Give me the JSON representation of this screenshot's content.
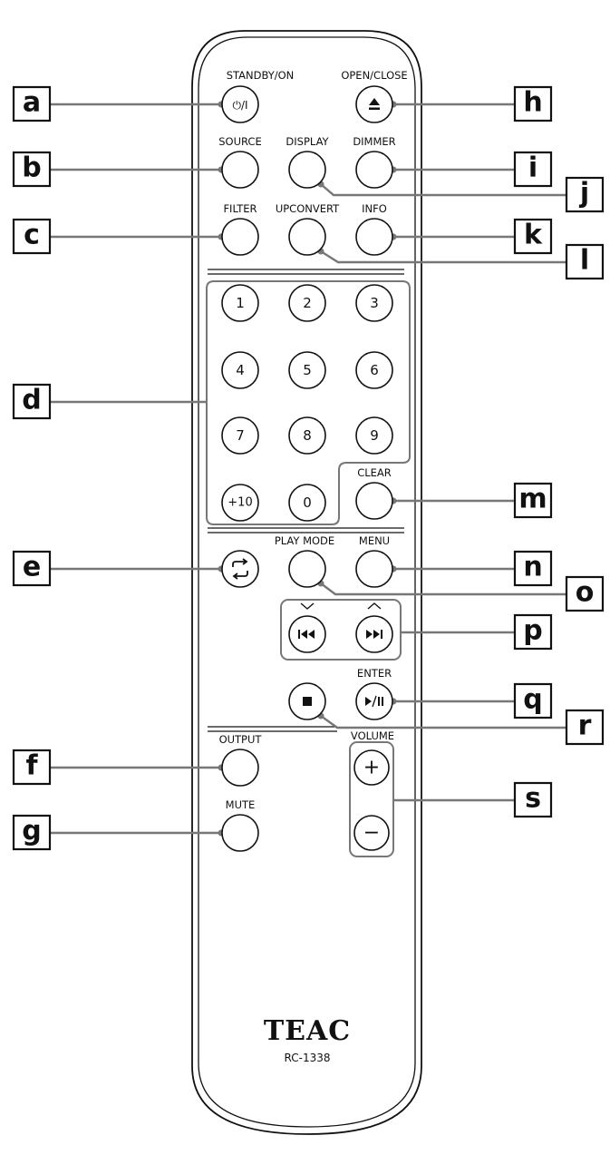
{
  "buttons": {
    "standby": {
      "label": "STANDBY/ON",
      "glyph": "⏻/I"
    },
    "openclose": {
      "label": "OPEN/CLOSE",
      "glyph": "⏏"
    },
    "source": {
      "label": "SOURCE"
    },
    "display": {
      "label": "DISPLAY"
    },
    "dimmer": {
      "label": "DIMMER"
    },
    "filter": {
      "label": "FILTER"
    },
    "upconvert": {
      "label": "UPCONVERT"
    },
    "info": {
      "label": "INFO"
    },
    "clear": {
      "label": "CLEAR"
    },
    "playmode": {
      "label": "PLAY MODE"
    },
    "menu": {
      "label": "MENU"
    },
    "enter": {
      "label": "ENTER"
    },
    "output": {
      "label": "OUTPUT"
    },
    "mute": {
      "label": "MUTE"
    },
    "volume": {
      "label": "VOLUME",
      "plus": "+",
      "minus": "−"
    },
    "repeat": {
      "icon": "repeat-icon"
    },
    "skip_back": {
      "icon": "skip-back-icon"
    },
    "skip_fwd": {
      "icon": "skip-forward-icon"
    },
    "stop": {
      "icon": "stop-icon"
    },
    "play_pause": {
      "icon": "play-pause-icon"
    }
  },
  "keypad": [
    "1",
    "2",
    "3",
    "4",
    "5",
    "6",
    "7",
    "8",
    "9",
    "+10",
    "0"
  ],
  "callouts": [
    "a",
    "b",
    "c",
    "d",
    "e",
    "f",
    "g",
    "h",
    "i",
    "j",
    "k",
    "l",
    "m",
    "n",
    "o",
    "p",
    "q",
    "r",
    "s"
  ],
  "brand": {
    "logo": "TEAC",
    "model": "RC-1338"
  },
  "colors": {
    "outline": "#111111",
    "leader": "#777777"
  }
}
